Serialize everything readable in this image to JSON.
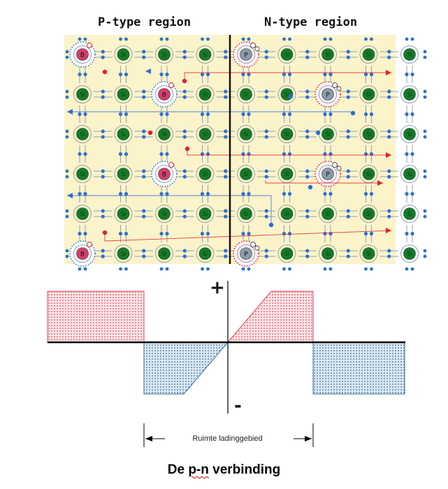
{
  "labels": {
    "p_region": "P-type region",
    "n_region": "N-type region",
    "plus": "+",
    "minus": "-",
    "space_charge_region": "Ruimte ladinggebied",
    "caption_prefix": "De ",
    "caption_squiggle": "p-n",
    "caption_suffix": " verbinding"
  },
  "lattice": {
    "cols": 9,
    "rows": 6,
    "host_atom_label": "Si",
    "p_dopant_label": "B",
    "n_dopant_label": "P",
    "acceptor_sites": [
      [
        0,
        0
      ],
      [
        2,
        1
      ],
      [
        2,
        3
      ],
      [
        0,
        5
      ]
    ],
    "donor_sites": [
      [
        4,
        0
      ],
      [
        6,
        1
      ],
      [
        6,
        3
      ],
      [
        4,
        5
      ]
    ],
    "colors": {
      "background": "#fbf3c9",
      "host_atom": "#157a2a",
      "bond_ring": "#8fa0b4",
      "electron": "#2b6fd6",
      "acceptor": "#d63d6b",
      "donor": "#8a9aa8",
      "hole": "#e0202e",
      "junction": "#111111"
    }
  },
  "charge_profile": {
    "colors": {
      "positive": "#e34b5b",
      "negative": "#3a6f9a",
      "axis": "#000000"
    }
  }
}
